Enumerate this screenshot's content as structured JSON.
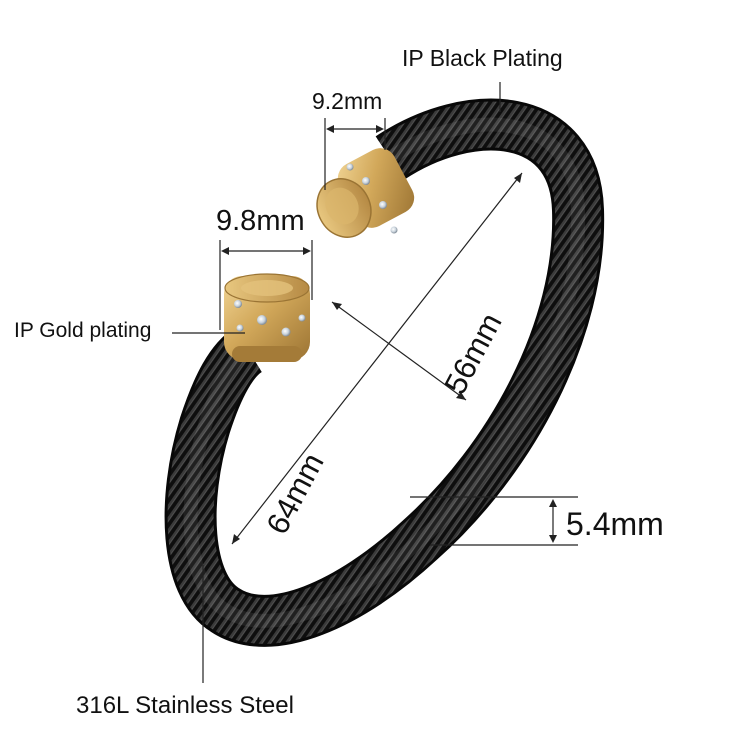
{
  "product": {
    "subject": "bracelet",
    "colors": {
      "cable": "#141414",
      "cap_gold": "#d4aa5e",
      "background": "#ffffff",
      "annotation_line": "#222222"
    }
  },
  "labels": {
    "plating_black": "IP Black Plating",
    "plating_gold": "IP Gold plating",
    "material": "316L Stainless Steel"
  },
  "dimensions": {
    "cap_width_top": "9.2mm",
    "cap_width_left": "9.8mm",
    "inner_width": "56mm",
    "outer_width": "64mm",
    "cable_thickness": "5.4mm"
  }
}
